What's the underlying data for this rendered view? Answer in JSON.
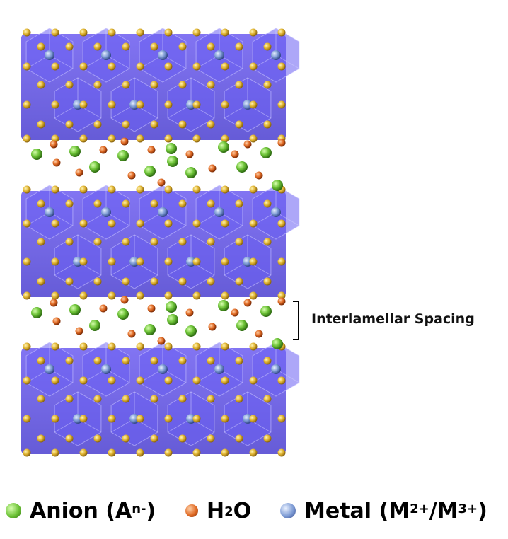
{
  "spacing_label": "Interlamellar Spacing",
  "legend": {
    "anion": {
      "text": "Anion (A",
      "sup": "n-",
      "tail": ")",
      "color": "#6cc236"
    },
    "water": {
      "text1": "H",
      "sub": "2",
      "text2": "O",
      "color": "#e06a24"
    },
    "metal": {
      "text": "Metal (M",
      "sup1": "2+",
      "mid": "/M",
      "sup2": "3+",
      "tail": ")",
      "color": "#6a86c8"
    }
  },
  "colors": {
    "octahedron": "#5b4be6",
    "vertex_atom": "#e0b431",
    "metal_atom": "#7c9ad4",
    "anion_atom": "#6cc236",
    "water_atom": "#e06a24",
    "bracket": "#000000"
  },
  "layers_count": 3
}
